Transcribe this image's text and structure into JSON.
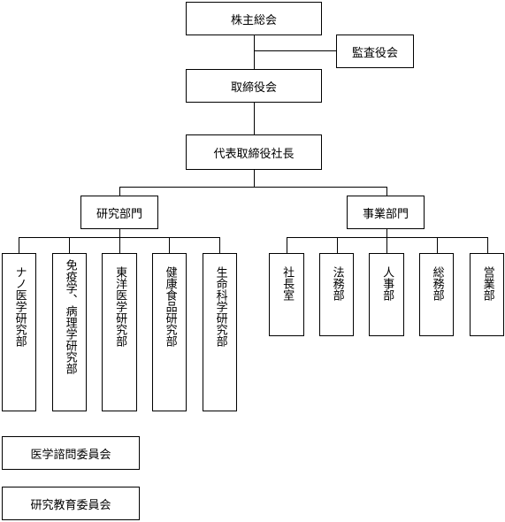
{
  "org": {
    "shareholders": "株主総会",
    "auditor": "監査役会",
    "board": "取締役会",
    "president": "代表取締役社長",
    "research_division": {
      "label": "研究部門",
      "departments": [
        {
          "label": "ナノ医学研究部"
        },
        {
          "label": "免疫学、病理学研究部"
        },
        {
          "label": "東洋医学研究部"
        },
        {
          "label": "健康食品研究部"
        },
        {
          "label": "生命科学研究部"
        }
      ]
    },
    "business_division": {
      "label": "事業部門",
      "departments": [
        {
          "label": "社長室"
        },
        {
          "label": "法務部"
        },
        {
          "label": "人事部"
        },
        {
          "label": "総務部"
        },
        {
          "label": "営業部"
        }
      ]
    },
    "committees": [
      {
        "label": "医学諮問委員会"
      },
      {
        "label": "研究教育委員会"
      }
    ]
  }
}
